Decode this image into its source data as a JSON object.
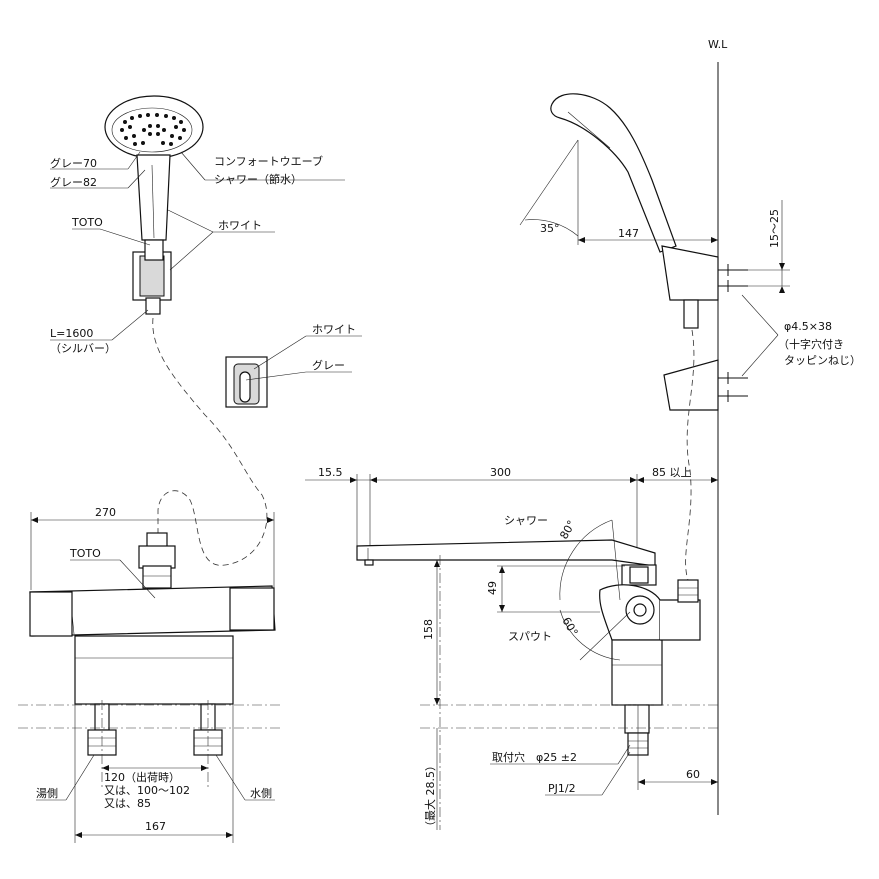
{
  "labels": {
    "wl": "W.L",
    "grey70": "グレー70",
    "grey82": "グレー82",
    "comfort_wave_1": "コンフォートウエーブ",
    "comfort_wave_2": "シャワー（節水）",
    "toto_top": "TOTO",
    "white_top": "ホワイト",
    "hose_len": "L=1600",
    "hose_color": "（シルバー）",
    "white_holder": "ホワイト",
    "grey_holder": "グレー",
    "toto_body": "TOTO",
    "hot_side": "湯側",
    "cold_side": "水側",
    "pitch_1": "120（出荷時）",
    "pitch_2": "又は、100〜102",
    "pitch_3": "又は、85",
    "shower": "シャワー",
    "spout": "スパウト",
    "mount_hole": "取付穴　φ25 ±2",
    "pj": "PJ1/2",
    "screw_1": "φ4.5×38",
    "screw_2": "（十字穴付き",
    "screw_3": "タッピンねじ）",
    "max_28_5": "（最大 28.5）"
  },
  "dimensions": {
    "d270": "270",
    "d167": "167",
    "d15_5": "15.5",
    "d300": "300",
    "d85": "85 以上",
    "d49": "49",
    "d158": "158",
    "d60": "60",
    "d147": "147",
    "d15_25": "15〜25",
    "a35": "35°",
    "a80": "80°",
    "a60": "60°"
  }
}
